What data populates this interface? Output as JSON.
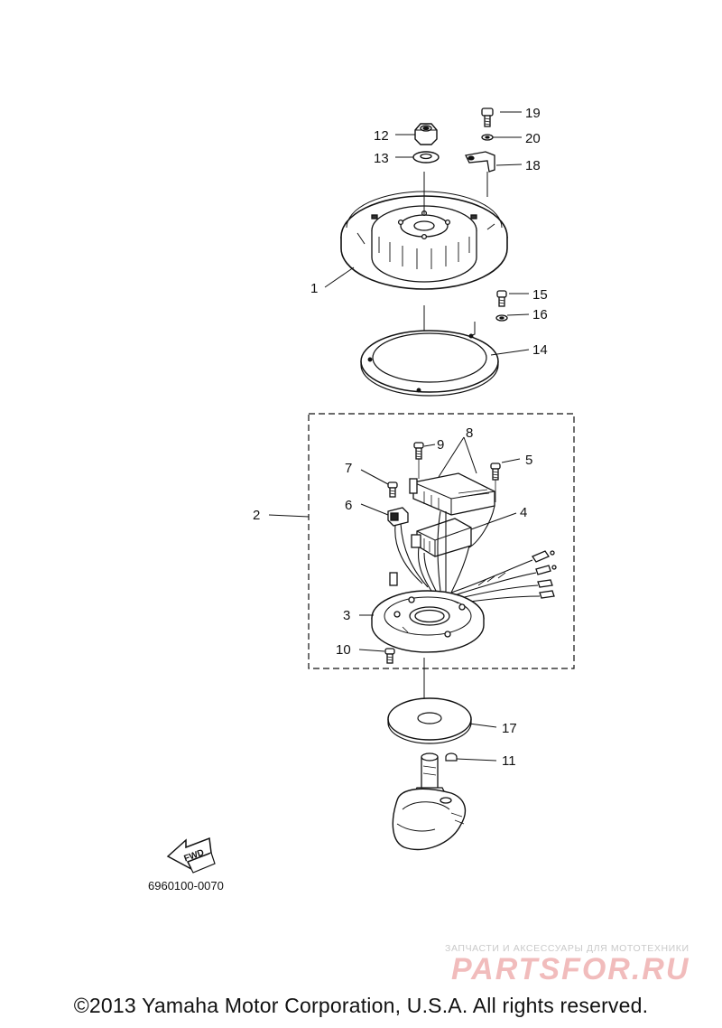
{
  "callouts": [
    {
      "id": "c1",
      "text": "1"
    },
    {
      "id": "c2",
      "text": "2"
    },
    {
      "id": "c3",
      "text": "3"
    },
    {
      "id": "c4",
      "text": "4"
    },
    {
      "id": "c5",
      "text": "5"
    },
    {
      "id": "c6",
      "text": "6"
    },
    {
      "id": "c7",
      "text": "7"
    },
    {
      "id": "c8",
      "text": "8"
    },
    {
      "id": "c9",
      "text": "9"
    },
    {
      "id": "c10",
      "text": "10"
    },
    {
      "id": "c11",
      "text": "11"
    },
    {
      "id": "c12",
      "text": "12"
    },
    {
      "id": "c13",
      "text": "13"
    },
    {
      "id": "c14",
      "text": "14"
    },
    {
      "id": "c15",
      "text": "15"
    },
    {
      "id": "c16",
      "text": "16"
    },
    {
      "id": "c17",
      "text": "17"
    },
    {
      "id": "c18",
      "text": "18"
    },
    {
      "id": "c19",
      "text": "19"
    },
    {
      "id": "c20",
      "text": "20"
    }
  ],
  "fwd_label": "FWD",
  "diagram_code": "6960100-0070",
  "watermark": {
    "line1": "ЗАПЧАСТИ И АКСЕССУАРЫ ДЛЯ МОТОТЕХНИКИ",
    "logo": "PARTSFOR.RU"
  },
  "copyright": "©2013 Yamaha Motor Corporation, U.S.A. All rights reserved."
}
